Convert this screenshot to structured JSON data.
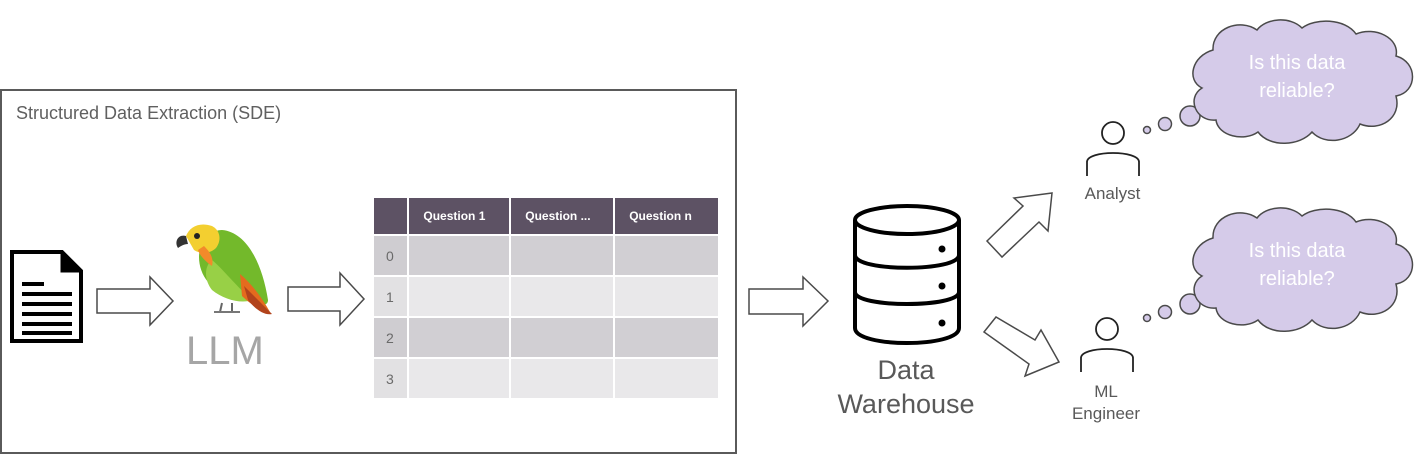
{
  "sde": {
    "title": "Structured Data Extraction (SDE)"
  },
  "llm": {
    "label": "LLM",
    "icon": "parrot-icon"
  },
  "table": {
    "headers": [
      "",
      "Question 1",
      "Question ...",
      "Question n"
    ],
    "rows": [
      {
        "index": "0",
        "cells": [
          "",
          "",
          ""
        ]
      },
      {
        "index": "1",
        "cells": [
          "",
          "",
          ""
        ]
      },
      {
        "index": "2",
        "cells": [
          "",
          "",
          ""
        ]
      },
      {
        "index": "3",
        "cells": [
          "",
          "",
          ""
        ]
      }
    ],
    "header_color": "#5d5264"
  },
  "warehouse": {
    "label_line1": "Data",
    "label_line2": "Warehouse"
  },
  "analyst": {
    "label": "Analyst",
    "thought": "Is this data reliable?"
  },
  "ml_engineer": {
    "label_line1": "ML",
    "label_line2": "Engineer",
    "thought": "Is this data reliable?"
  },
  "colors": {
    "cloud": "#d5cbe9",
    "cloud_stroke": "#4a4a4a"
  }
}
